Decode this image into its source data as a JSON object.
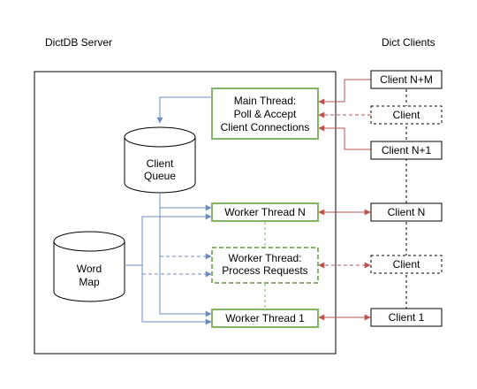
{
  "server": {
    "title": "DictDB Server"
  },
  "clients_panel": {
    "title": "Dict Clients"
  },
  "stores": {
    "client_queue": [
      "Client",
      "Queue"
    ],
    "word_map": [
      "Word",
      "Map"
    ]
  },
  "threads": {
    "main": [
      "Main Thread:",
      "Poll & Accept",
      "Client Connections"
    ],
    "worker_n": "Worker Thread N",
    "worker_generic": [
      "Worker Thread:",
      "Process Requests"
    ],
    "worker_1": "Worker Thread 1"
  },
  "clients": {
    "client_nm": "Client N+M",
    "client_generic_top": "Client",
    "client_n1": "Client N+1",
    "client_n": "Client N",
    "client_generic_mid": "Client",
    "client_1": "Client 1"
  },
  "colors": {
    "box_border": "#000000",
    "thread_border": "#82b366",
    "store_link": "#6c8ebf",
    "client_link": "#b85450",
    "dashed_thread_link": "#82b366"
  }
}
